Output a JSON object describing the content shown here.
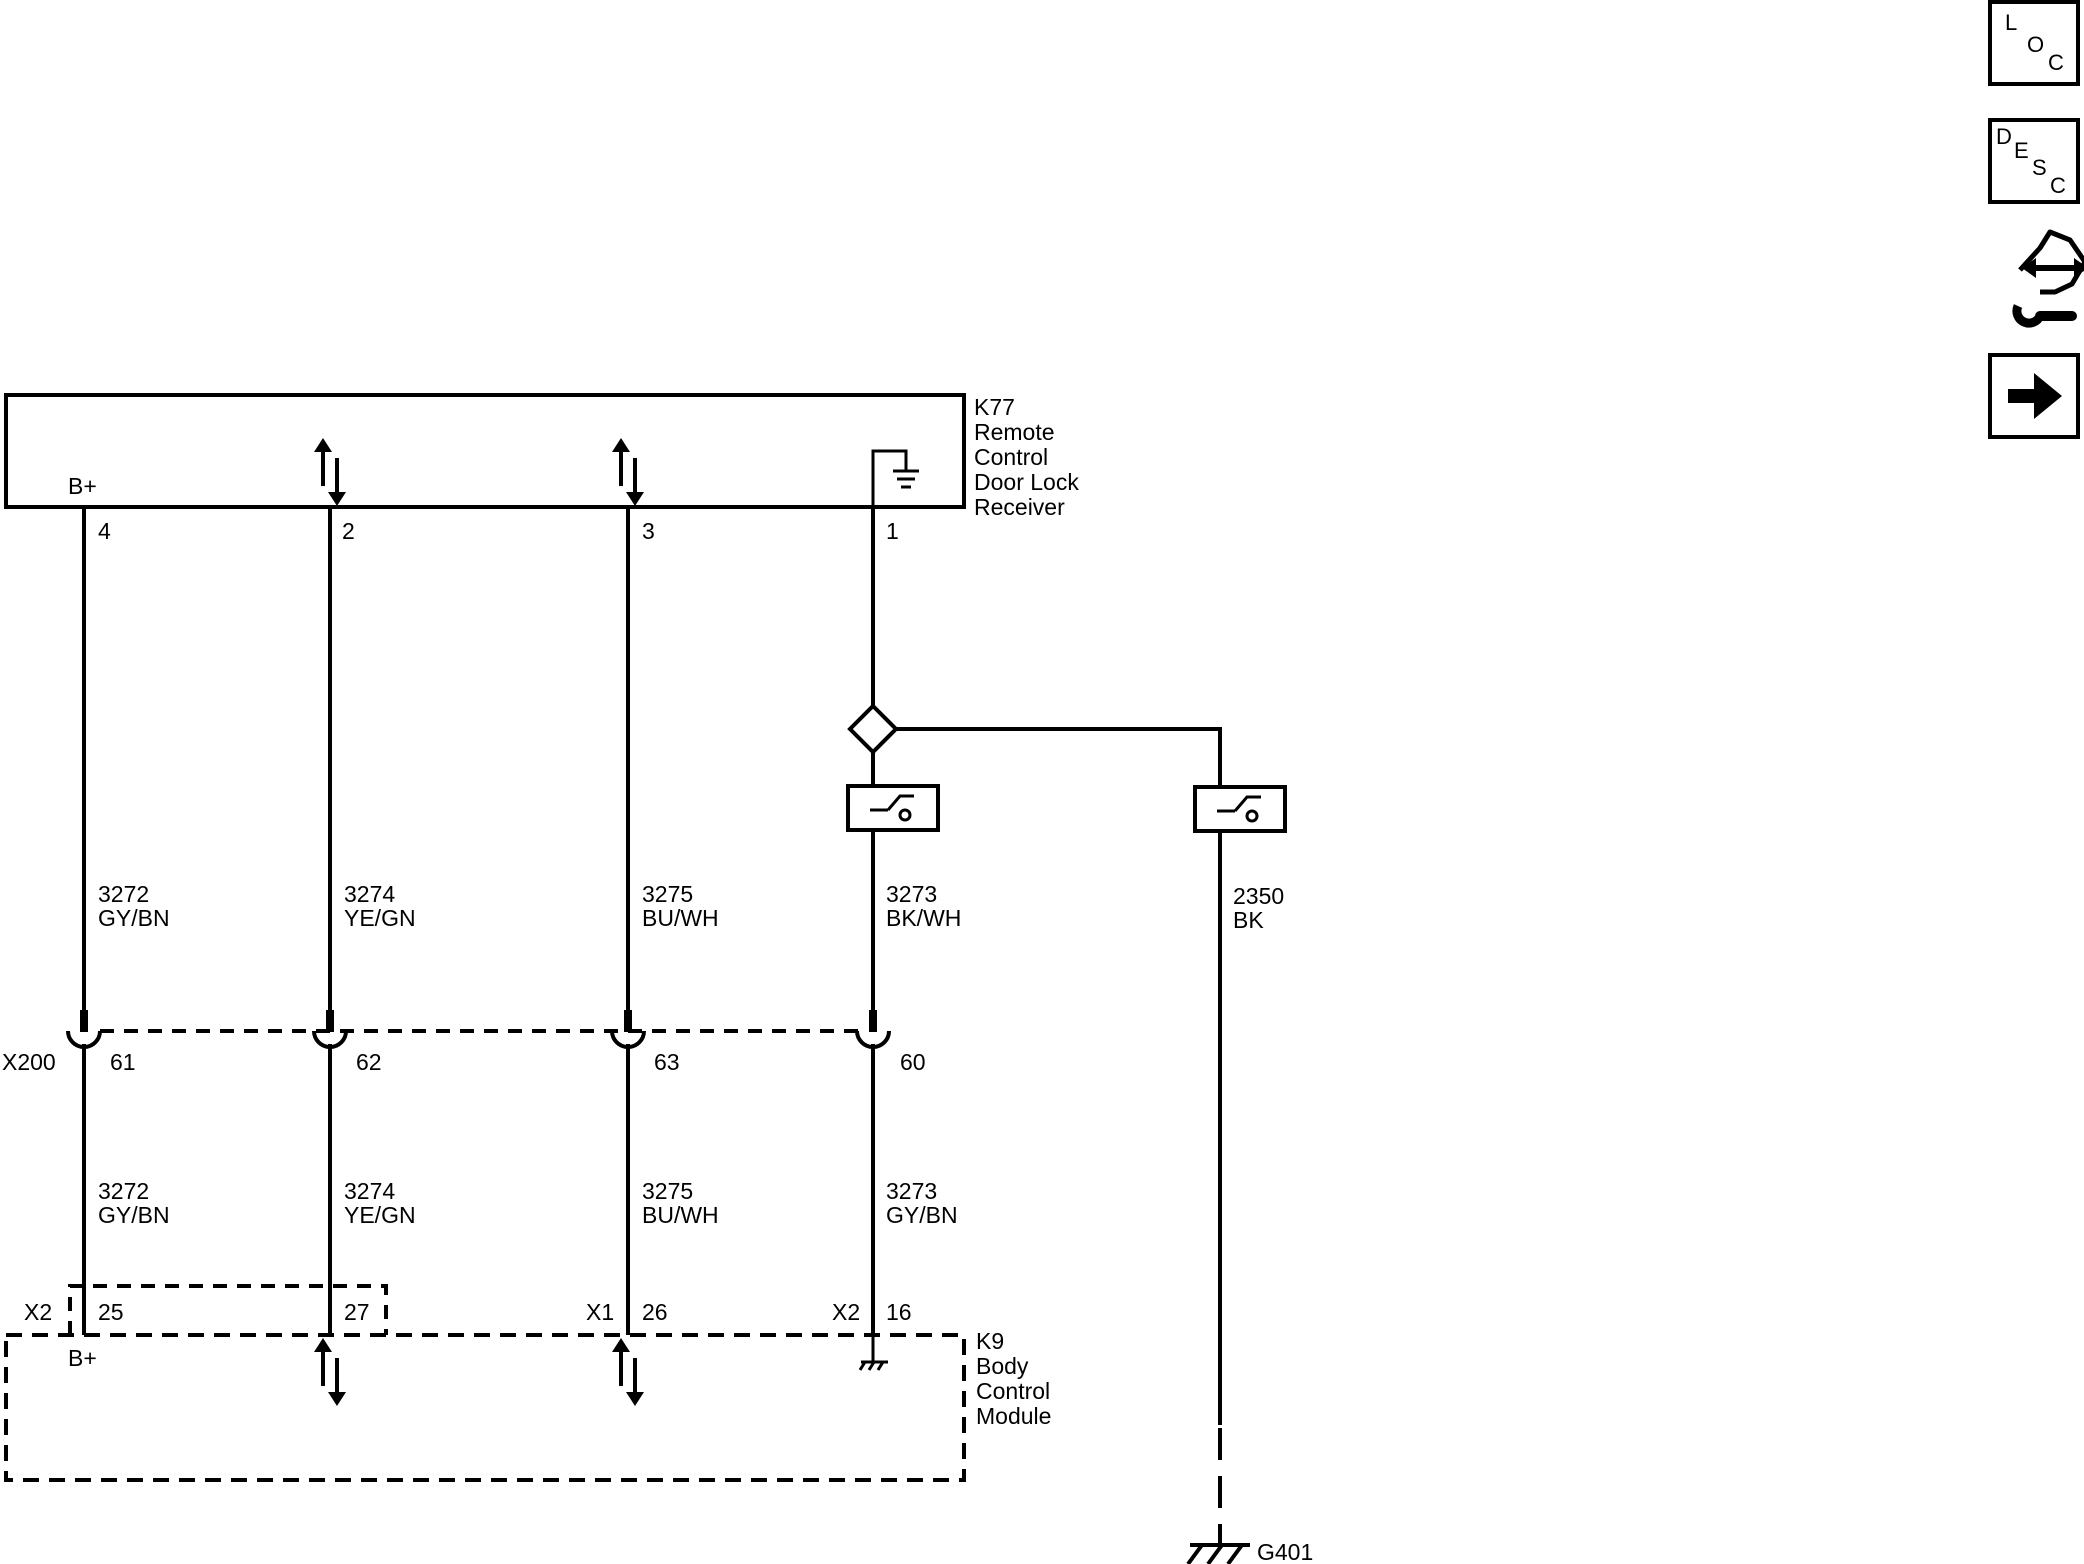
{
  "k77": {
    "id": "K77",
    "name_lines": [
      "Remote",
      "Control",
      "Door Lock",
      "Receiver"
    ],
    "bplus": "B+"
  },
  "k9": {
    "id": "K9",
    "name_lines": [
      "Body",
      "Control",
      "Module"
    ],
    "bplus": "B+"
  },
  "k77_pins": [
    "4",
    "2",
    "3",
    "1"
  ],
  "upper_wires": [
    {
      "circuit": "3272",
      "color": "GY/BN"
    },
    {
      "circuit": "3274",
      "color": "YE/GN"
    },
    {
      "circuit": "3275",
      "color": "BU/WH"
    },
    {
      "circuit": "3273",
      "color": "BK/WH"
    }
  ],
  "ground_wire": {
    "circuit": "2350",
    "color": "BK"
  },
  "x200": {
    "id": "X200",
    "pins": [
      "61",
      "62",
      "63",
      "60"
    ]
  },
  "lower_wires": [
    {
      "circuit": "3272",
      "color": "GY/BN"
    },
    {
      "circuit": "3274",
      "color": "YE/GN"
    },
    {
      "circuit": "3275",
      "color": "BU/WH"
    },
    {
      "circuit": "3273",
      "color": "GY/BN"
    }
  ],
  "k9_connectors": [
    {
      "connector": "X2",
      "pin": "25"
    },
    {
      "connector": "",
      "pin": "27"
    },
    {
      "connector": "X1",
      "pin": "26"
    },
    {
      "connector": "X2",
      "pin": "16"
    }
  ],
  "ground": {
    "id": "G401"
  },
  "nav_icons": [
    {
      "name": "loc-icon",
      "letters": [
        "L",
        "O",
        "C"
      ]
    },
    {
      "name": "desc-icon",
      "letters": [
        "D",
        "E",
        "S",
        "C"
      ]
    },
    {
      "name": "connector-repair-icon"
    },
    {
      "name": "next-arrow-icon"
    }
  ],
  "colors": {
    "line": "#000000",
    "background": "#ffffff"
  }
}
